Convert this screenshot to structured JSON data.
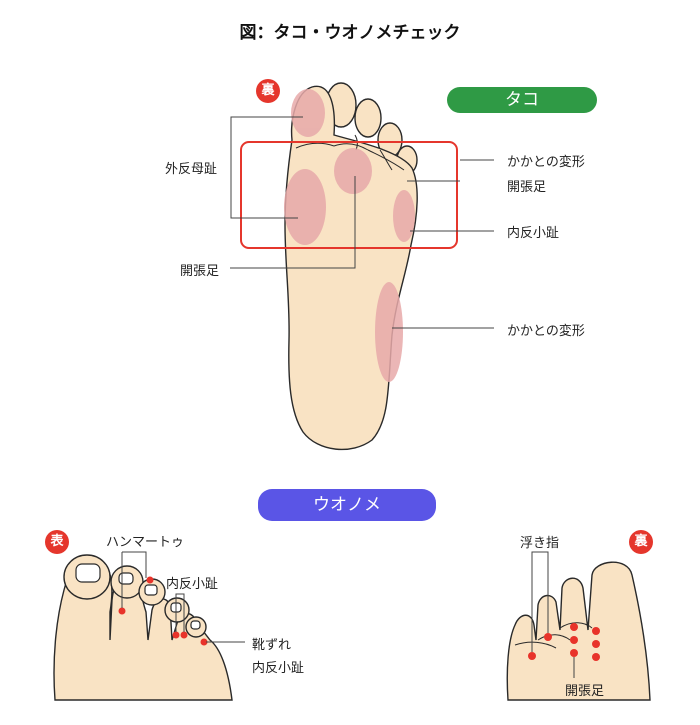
{
  "title": "図：タコ・ウオノメチェック",
  "sections": {
    "tako": {
      "label": "タコ"
    },
    "uoname": {
      "label": "ウオノメ"
    }
  },
  "badges": {
    "sole_top": "裏",
    "front_bottom": "表",
    "sole_bottom": "裏"
  },
  "tako_labels": {
    "hallux_valgus": "外反母趾",
    "splay_foot_left": "開張足",
    "heel_deformity_1": "かかとの変形",
    "splay_foot_right": "開張足",
    "tailor_bunion": "内反小趾",
    "heel_deformity_2": "かかとの変形"
  },
  "uoname_labels": {
    "hammer_toe": "ハンマートゥ",
    "tailor_bunion": "内反小趾",
    "shoe_rub": "靴ずれ",
    "tailor_bunion_2": "内反小趾",
    "floating_toe": "浮き指",
    "splay_foot": "開張足"
  },
  "colors": {
    "skin": "#f9e3c4",
    "outline": "#2a2a2a",
    "tako_spot": "#e7a9a9",
    "uoname_dot": "#e8332a",
    "highlight_box": "#e5362c",
    "green": "#2f9a45",
    "purple": "#5a55e6"
  }
}
